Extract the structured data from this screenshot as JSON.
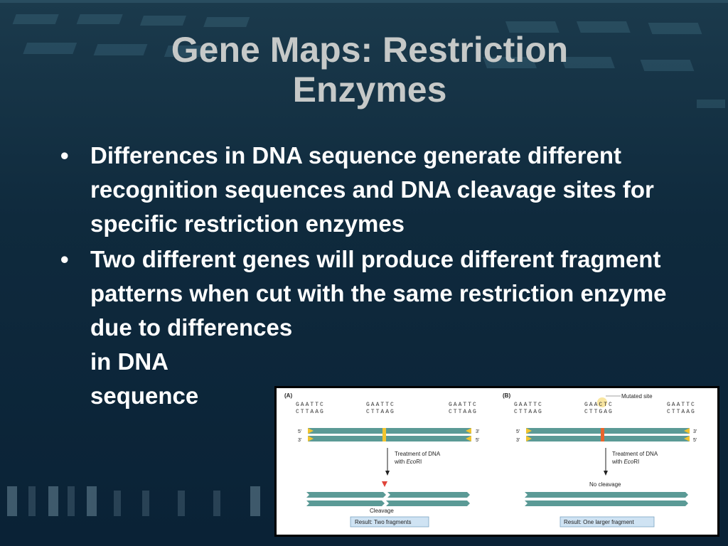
{
  "slide": {
    "title_line1": "Gene Maps: Restriction",
    "title_line2": "Enzymes",
    "bullets": [
      "Differences in DNA sequence generate different recognition sequences and  DNA cleavage sites for specific restriction enzymes",
      "Two different genes will produce different fragment patterns when cut with the same restriction enzyme due to differences",
      "in DNA",
      "sequence"
    ],
    "bullet_symbol": "•"
  },
  "figure": {
    "panel_a": {
      "label": "(A)",
      "site_top": "GAATTC",
      "site_bottom": "CTTAAG",
      "end_5": "5'",
      "end_3": "3'",
      "treatment_line1": "Treatment of DNA",
      "treatment_line2_prefix": "with ",
      "treatment_enzyme": "Eco",
      "treatment_enzyme_suffix": "RI",
      "cleavage_label": "Cleavage",
      "result": "Result: Two fragments"
    },
    "panel_b": {
      "label": "(B)",
      "mutated_label": "Mutated site",
      "site_top": "GAATTC",
      "site_bottom": "CTTAAG",
      "mut_top": "GAACTC",
      "mut_bottom": "CTTGAG",
      "end_5": "5'",
      "end_3": "3'",
      "treatment_line1": "Treatment of DNA",
      "treatment_line2_prefix": "with ",
      "treatment_enzyme": "Eco",
      "treatment_enzyme_suffix": "RI",
      "no_cleavage_label": "No cleavage",
      "result": "Result: One larger fragment"
    },
    "colors": {
      "dna": "#5b9a96",
      "site": "#f2c530",
      "mutated": "#e8642c",
      "cut_arrow": "#e0443a",
      "result_box": "#cfe3f3"
    }
  }
}
